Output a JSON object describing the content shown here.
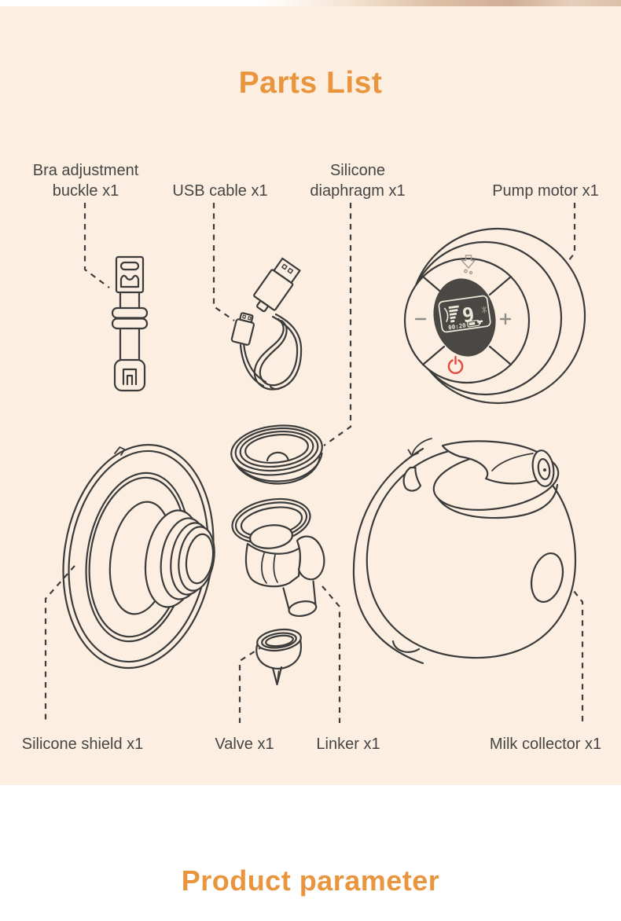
{
  "title": "Parts List",
  "footer": {
    "title": "Product parameter"
  },
  "parts": {
    "bra_buckle": {
      "label_line1": "Bra adjustment",
      "label_line2": "buckle x1"
    },
    "usb_cable": {
      "label": "USB cable x1"
    },
    "silicone_diaphragm": {
      "label_line1": "Silicone",
      "label_line2": "diaphragm x1"
    },
    "pump_motor": {
      "label": "Pump motor x1",
      "display": {
        "level": "9",
        "timer": "00:20"
      }
    },
    "silicone_shield": {
      "label": "Silicone shield x1"
    },
    "valve": {
      "label": "Valve x1"
    },
    "linker": {
      "label": "Linker x1"
    },
    "milk_collector": {
      "label": "Milk collector x1"
    }
  },
  "colors": {
    "accent_orange": "#e9953e",
    "panel_cream": "#fcefe2",
    "line_art": "#3b3b3b",
    "label_text": "#454545",
    "power_red": "#e3493f",
    "display_dark": "#4a4845"
  }
}
